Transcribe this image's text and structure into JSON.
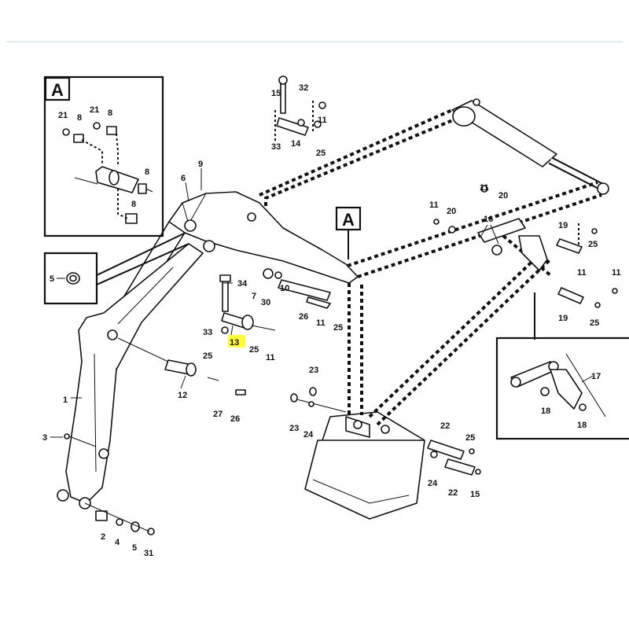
{
  "detail_a": {
    "callout_letter": "A",
    "labels": [
      "21",
      "8",
      "21",
      "8",
      "8",
      "8"
    ]
  },
  "callout_a_main": "A",
  "inset_5": {
    "label": "5"
  },
  "inset_17": {
    "labels": [
      "17",
      "18",
      "18"
    ]
  },
  "part_labels": {
    "p1": "1",
    "p2": "2",
    "p3": "3",
    "p4": "4",
    "p5": "5",
    "p6": "6",
    "p7": "7",
    "p9": "9",
    "p10": "10",
    "p11a": "11",
    "p11b": "11",
    "p11c": "11",
    "p11d": "11",
    "p11e": "11",
    "p11f": "11",
    "p11g": "11",
    "p12": "12",
    "p13": "13",
    "p14": "14",
    "p15a": "15",
    "p15b": "15",
    "p16": "16",
    "p19a": "19",
    "p19b": "19",
    "p20a": "20",
    "p20b": "20",
    "p22a": "22",
    "p22b": "22",
    "p23a": "23",
    "p23b": "23",
    "p24a": "24",
    "p24b": "24",
    "p25a": "25",
    "p25b": "25",
    "p25c": "25",
    "p25d": "25",
    "p25e": "25",
    "p25f": "25",
    "p25g": "25",
    "p26a": "26",
    "p26b": "26",
    "p27": "27",
    "p30": "30",
    "p31": "31",
    "p32": "32",
    "p33a": "33",
    "p33b": "33",
    "p34": "34"
  },
  "colors": {
    "highlight": "#ffff33",
    "line": "#111111",
    "topline": "#dcebf3"
  }
}
